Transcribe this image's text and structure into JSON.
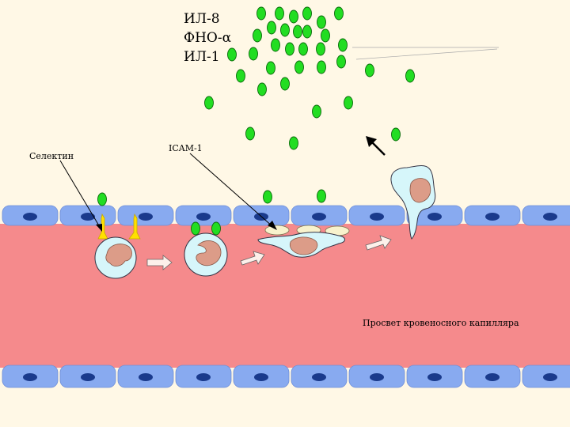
{
  "cytokines": [
    "ИЛ-8",
    "ФНО-α",
    "ИЛ-1"
  ],
  "labels": {
    "selectin": "Селектин",
    "icam": "ICAM-1",
    "lumen": "Просвет кровеносного капилляра"
  },
  "colors": {
    "background": "#fff8e6",
    "lumen": "#f58a8c",
    "endothelium": "#88aaf0",
    "endothelium_nucleus": "#1a3a8c",
    "cytokine_particle": "#22dd22",
    "leukocyte_cell": "#d6f6fa",
    "leukocyte_nucleus": "#dc9c88",
    "selectin": "#ffe000",
    "icam_molecule": "#f8f2cc"
  },
  "icons": [
    "arrow-icon",
    "leukocyte-icon",
    "endothelial-cell-icon",
    "selectin-icon"
  ]
}
